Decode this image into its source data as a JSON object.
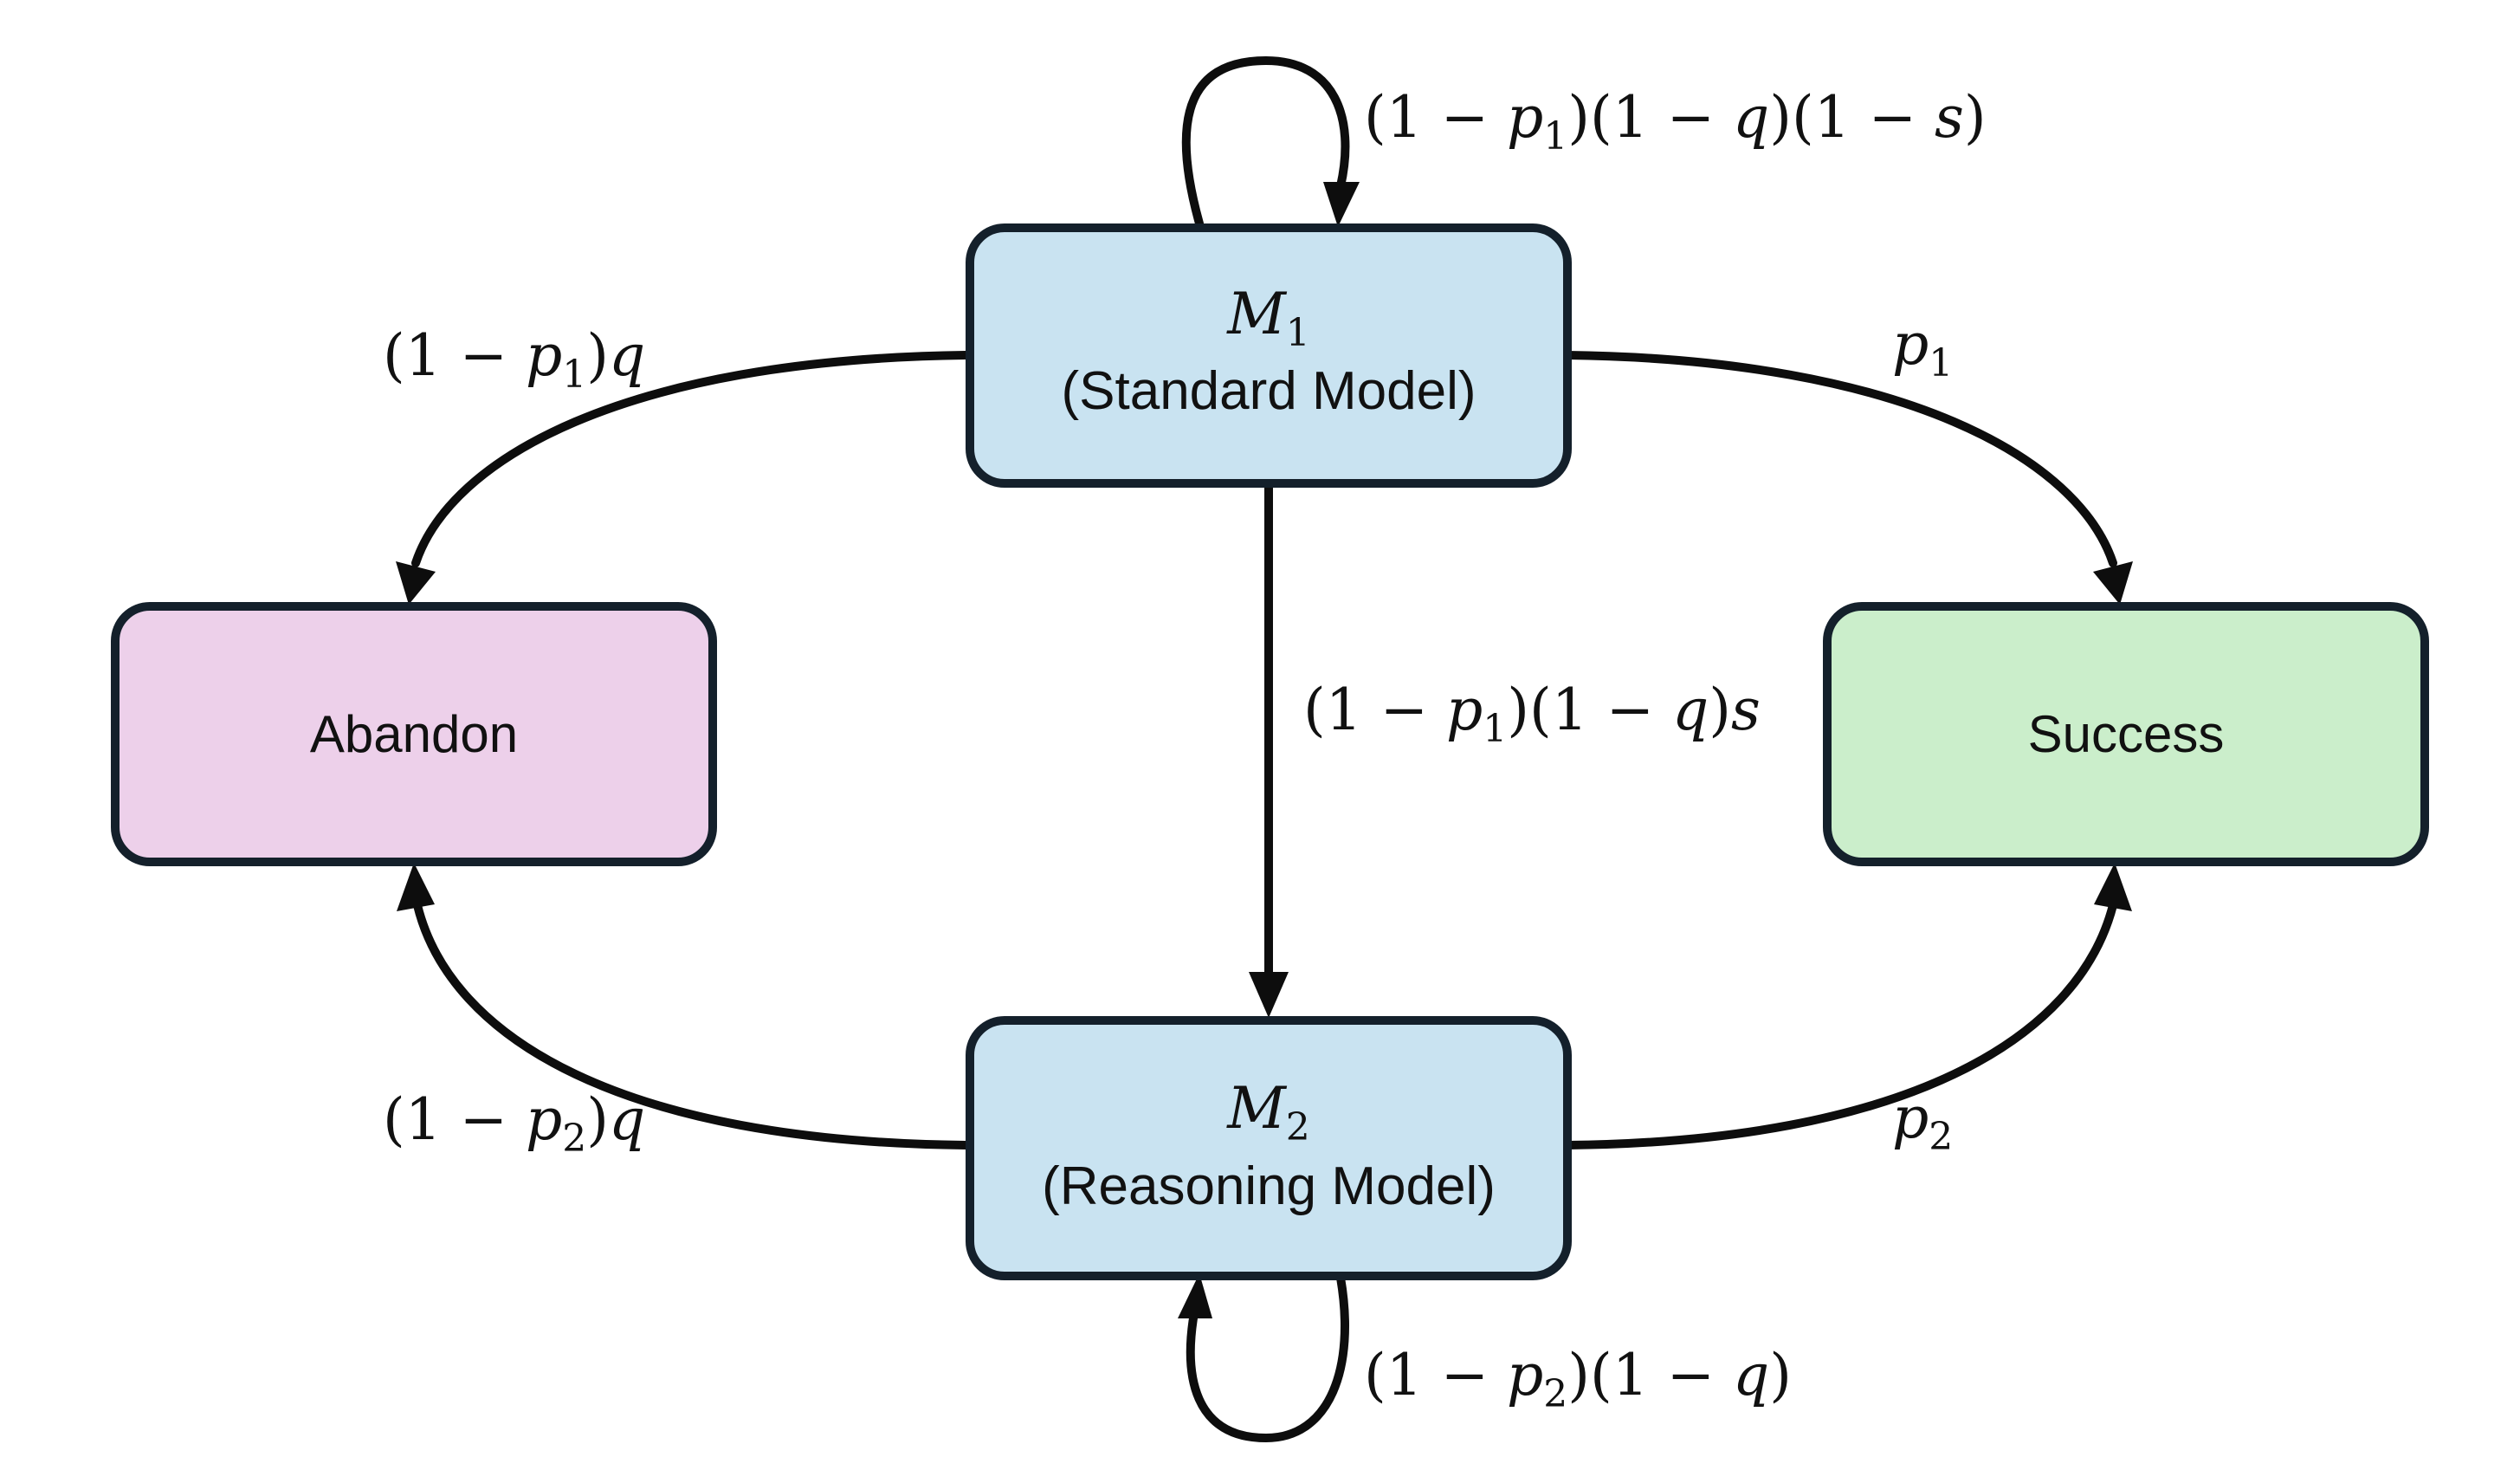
{
  "colors": {
    "model_fill": "#c9e3f1",
    "abandon_fill": "#edd0ea",
    "success_fill": "#cbeecb",
    "border": "#14202b",
    "edge": "#0d0d0d"
  },
  "nodes": {
    "m1": {
      "symbol": "M",
      "index": "1",
      "label": "(Standard Model)"
    },
    "m2": {
      "symbol": "M",
      "index": "2",
      "label": "(Reasoning Model)"
    },
    "abandon": {
      "label": "Abandon"
    },
    "success": {
      "label": "Success"
    }
  },
  "edges": {
    "m1_self": {
      "open1": "(1 − ",
      "p": "p",
      "p_index": "1",
      "close1": ")(1 − ",
      "q": "q",
      "close2": ")(1 − ",
      "s": "s",
      "close3": ")"
    },
    "m1_abandon": {
      "open": "(1 − ",
      "p": "p",
      "p_index": "1",
      "close": ")",
      "q": "q"
    },
    "m1_success": {
      "p": "p",
      "p_index": "1"
    },
    "m1_m2": {
      "open1": "(1 − ",
      "p": "p",
      "p_index": "1",
      "close1": ")(1 − ",
      "q": "q",
      "close2": ")",
      "s": "s"
    },
    "m2_abandon": {
      "open": "(1 − ",
      "p": "p",
      "p_index": "2",
      "close": ")",
      "q": "q"
    },
    "m2_success": {
      "p": "p",
      "p_index": "2"
    },
    "m2_self": {
      "open1": "(1 − ",
      "p": "p",
      "p_index": "2",
      "close1": ")(1 − ",
      "q": "q",
      "close2": ")"
    }
  }
}
